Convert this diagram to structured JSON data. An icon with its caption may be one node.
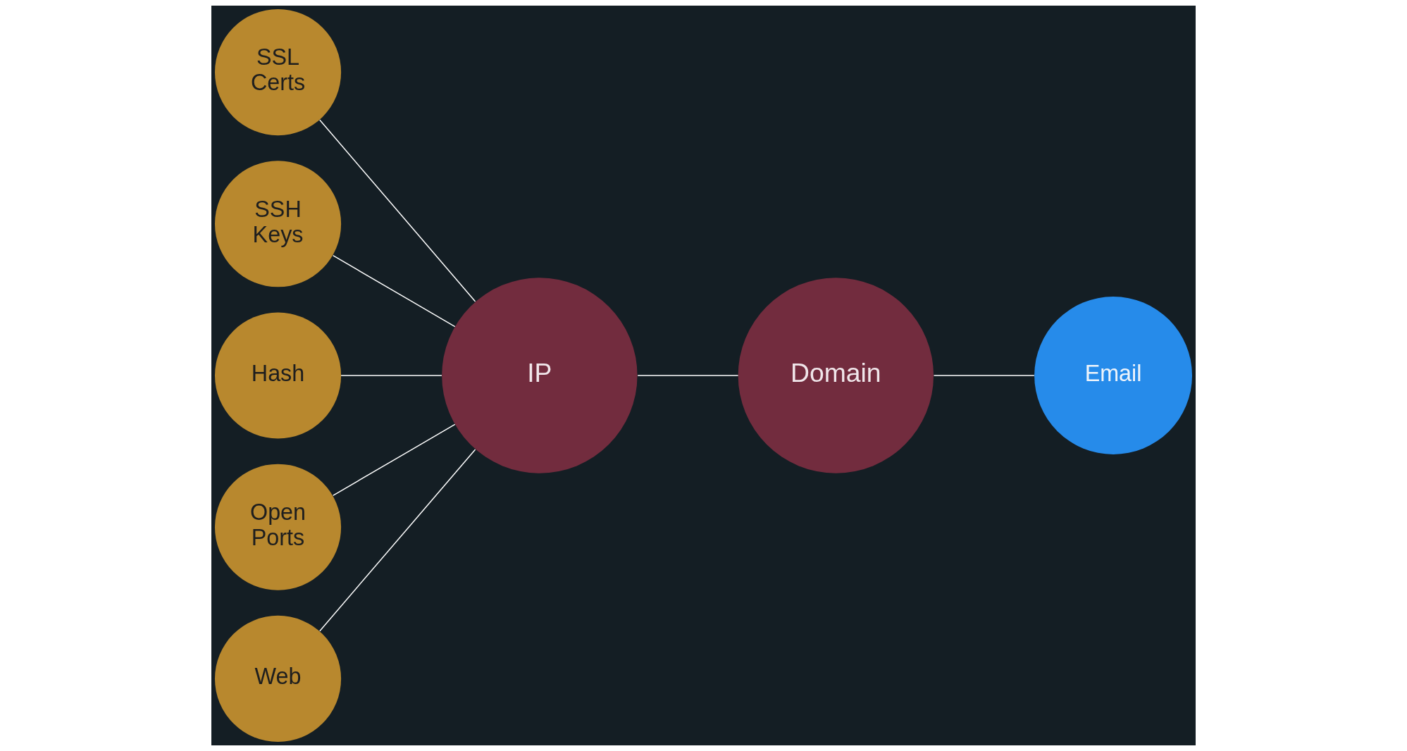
{
  "diagram": {
    "nodes": [
      {
        "text": [
          "SSL Certs"
        ]
      },
      {
        "text": [
          "SSH Keys"
        ]
      },
      {
        "text": [
          "Hash"
        ]
      },
      {
        "text": [
          "IP"
        ]
      },
      {
        "text": [
          "Domain"
        ]
      },
      {
        "text": [
          "Email"
        ]
      },
      {
        "text": [
          "Open Ports"
        ]
      },
      {
        "text": [
          "Web"
        ]
      }
    ],
    "edges": [
      {
        "from": 0,
        "to": 3,
        "arrow": "none"
      },
      {
        "from": 1,
        "to": 3,
        "arrow": "none"
      },
      {
        "from": 2,
        "to": 3,
        "arrow": "none"
      },
      {
        "from": 6,
        "to": 3,
        "arrow": "none"
      },
      {
        "from": 7,
        "to": 3,
        "arrow": "none"
      },
      {
        "from": 3,
        "to": 4,
        "arrow": "none"
      },
      {
        "from": 4,
        "to": 5,
        "arrow": "none"
      }
    ]
  }
}
